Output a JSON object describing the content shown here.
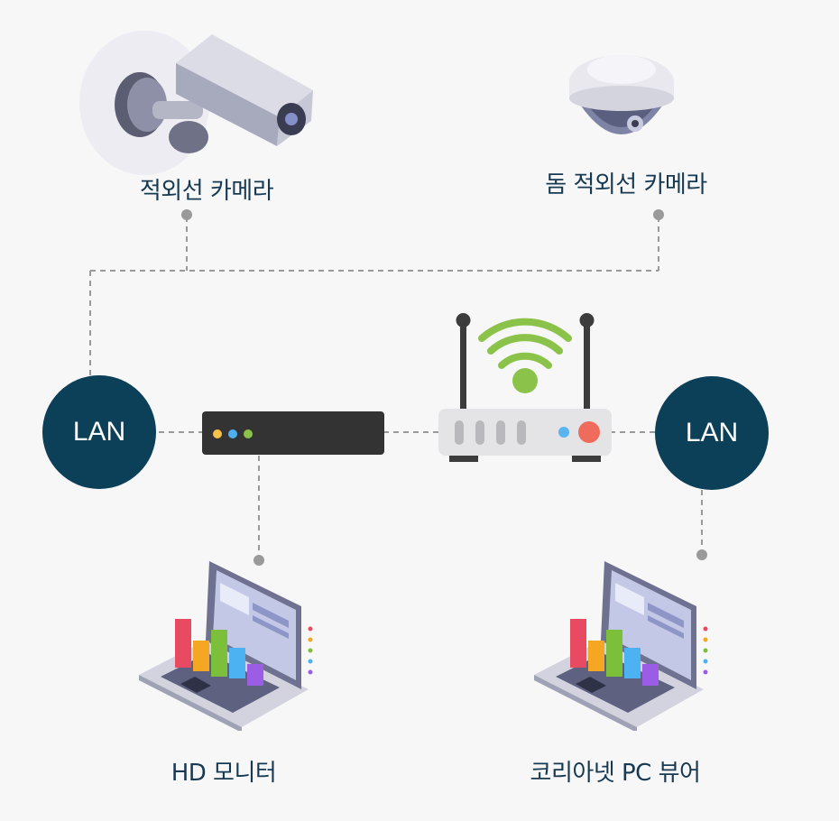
{
  "labels": {
    "ir_camera": "적외선 카메라",
    "dome_camera": "돔 적외선 카메라",
    "lan_left": "LAN",
    "lan_right": "LAN",
    "hd_monitor": "HD 모니터",
    "pc_viewer": "코리아넷 PC 뷰어"
  },
  "colors": {
    "lan_circle": "#0c4059",
    "label_text": "#173a52",
    "connector": "#9a9a9a",
    "wifi": "#8bc34a",
    "switch_body": "#333333",
    "router_body": "#e4e4e6",
    "router_led_blue": "#5ab4f0",
    "router_led_red": "#ef6b5b",
    "switch_led_yellow": "#f5c24a",
    "switch_led_blue": "#4fb0f0",
    "switch_led_green": "#8bc34a"
  },
  "icons": [
    "bullet-camera-icon",
    "dome-camera-icon",
    "network-switch-icon",
    "wifi-router-icon",
    "laptop-icon"
  ]
}
